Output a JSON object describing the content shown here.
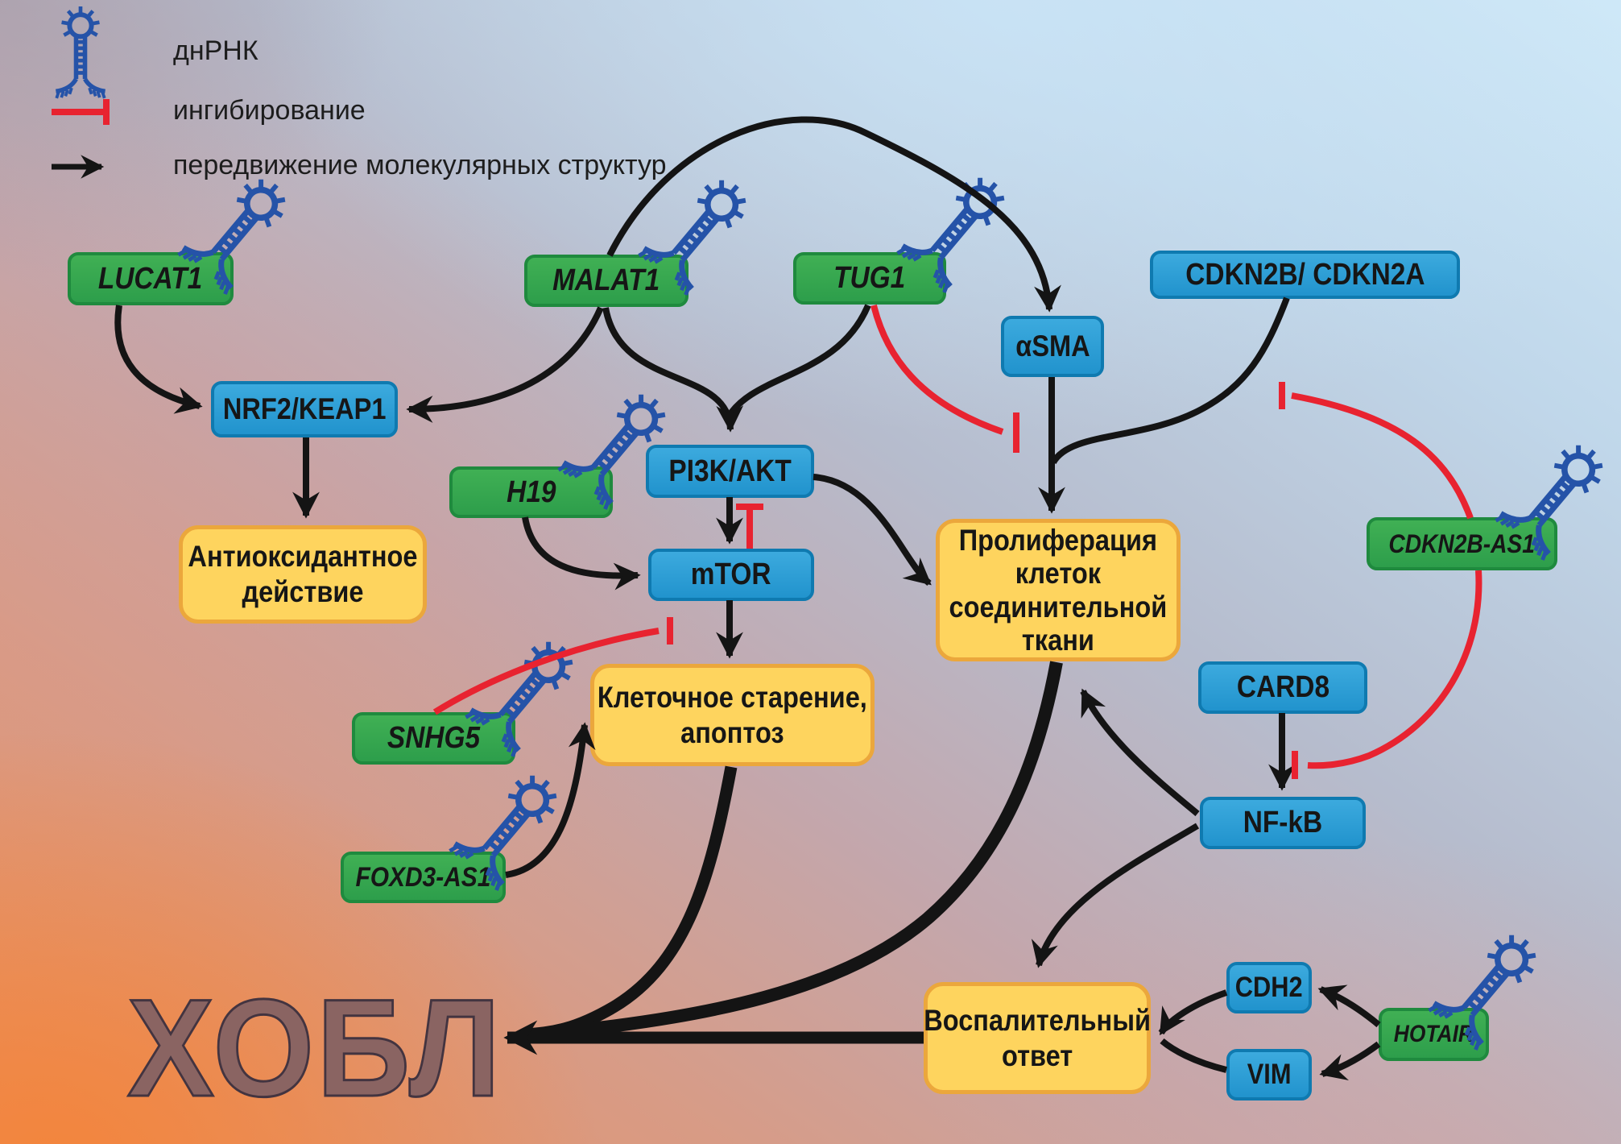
{
  "legend": {
    "rna": "днРНК",
    "inhibition": "ингибирование",
    "movement": "передвижение молекулярных структур"
  },
  "disease": "ХОБЛ",
  "colors": {
    "lncrna_green": "#35a94f",
    "protein_blue": "#2d9fd6",
    "outcome_yellow": "#fed45e",
    "inhibition_red": "#e82330",
    "movement_black": "#141414",
    "hairpin_blue": "#2553a8",
    "disease_text": "#8a6462"
  },
  "nodes": {
    "lucat1": {
      "label": "LUCAT1"
    },
    "malat1": {
      "label": "MALAT1"
    },
    "tug1": {
      "label": "TUG1"
    },
    "h19": {
      "label": "H19"
    },
    "snhg5": {
      "label": "SNHG5"
    },
    "foxd3_as1": {
      "label": "FOXD3-AS1"
    },
    "cdkn2b_as1": {
      "label": "CDKN2B-AS1"
    },
    "hotair": {
      "label": "HOTAIR"
    },
    "nrf2_keap1": {
      "label": "NRF2/KEAP1"
    },
    "pi3k_akt": {
      "label": "PI3K/AKT"
    },
    "mtor": {
      "label": "mTOR"
    },
    "asma": {
      "label": "αSMA"
    },
    "cdkn2b_cdkn2a": {
      "label": "CDKN2B/ CDKN2A"
    },
    "card8": {
      "label": "CARD8"
    },
    "nfkb": {
      "label": "NF-kB"
    },
    "cdh2": {
      "label": "CDH2"
    },
    "vim": {
      "label": "VIM"
    },
    "antioxidant": {
      "label": "Антиоксидантное\nдействие"
    },
    "senescence": {
      "label": "Клеточное старение,\nапоптоз"
    },
    "proliferation": {
      "label": "Пролиферация\nклеток\nсоединительной\nткани"
    },
    "inflammation": {
      "label": "Воспалительный\nответ"
    }
  },
  "edges": [
    {
      "from": "LUCAT1",
      "to": "NRF2/KEAP1",
      "type": "movement"
    },
    {
      "from": "MALAT1",
      "to": "NRF2/KEAP1",
      "type": "movement"
    },
    {
      "from": "MALAT1",
      "to": "PI3K/AKT",
      "type": "movement"
    },
    {
      "from": "MALAT1",
      "to": "αSMA",
      "type": "movement"
    },
    {
      "from": "TUG1",
      "to": "PI3K/AKT",
      "type": "movement"
    },
    {
      "from": "TUG1",
      "to": "αSMA–Пролиферация",
      "type": "inhibition"
    },
    {
      "from": "NRF2/KEAP1",
      "to": "Антиоксидантное действие",
      "type": "movement"
    },
    {
      "from": "H19",
      "to": "mTOR",
      "type": "movement"
    },
    {
      "from": "PI3K/AKT",
      "to": "mTOR",
      "type": "movement"
    },
    {
      "from": "mTOR",
      "to": "PI3K/AKT",
      "type": "inhibition"
    },
    {
      "from": "PI3K/AKT",
      "to": "Пролиферация клеток",
      "type": "movement"
    },
    {
      "from": "mTOR",
      "to": "Клеточное старение, апоптоз",
      "type": "movement"
    },
    {
      "from": "SNHG5",
      "to": "mTOR",
      "type": "inhibition"
    },
    {
      "from": "FOXD3-AS1",
      "to": "Клеточное старение, апоптоз",
      "type": "movement"
    },
    {
      "from": "αSMA",
      "to": "Пролиферация клеток",
      "type": "movement"
    },
    {
      "from": "CDKN2B/ CDKN2A",
      "to": "Пролиферация клеток",
      "type": "movement"
    },
    {
      "from": "CDKN2B-AS1",
      "to": "CDKN2B/ CDKN2A",
      "type": "inhibition"
    },
    {
      "from": "CDKN2B-AS1",
      "to": "CARD8–NF-kB",
      "type": "inhibition"
    },
    {
      "from": "CARD8",
      "to": "NF-kB",
      "type": "movement"
    },
    {
      "from": "NF-kB",
      "to": "Пролиферация клеток",
      "type": "movement"
    },
    {
      "from": "NF-kB",
      "to": "Воспалительный ответ",
      "type": "movement"
    },
    {
      "from": "HOTAIR",
      "to": "CDH2",
      "type": "movement"
    },
    {
      "from": "HOTAIR",
      "to": "VIM",
      "type": "movement"
    },
    {
      "from": "CDH2",
      "to": "Воспалительный ответ",
      "type": "movement"
    },
    {
      "from": "VIM",
      "to": "Воспалительный ответ",
      "type": "movement"
    },
    {
      "from": "Клеточное старение, апоптоз",
      "to": "ХОБЛ",
      "type": "movement"
    },
    {
      "from": "Пролиферация клеток",
      "to": "ХОБЛ",
      "type": "movement"
    },
    {
      "from": "Воспалительный ответ",
      "to": "ХОБЛ",
      "type": "movement"
    }
  ]
}
